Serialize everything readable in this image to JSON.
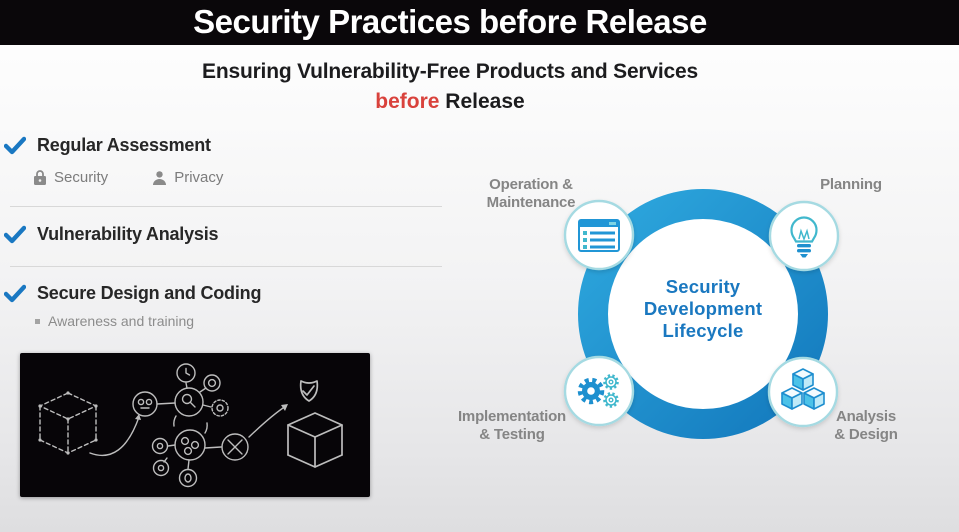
{
  "banner": {
    "title": "Security Practices before Release"
  },
  "subtitle": {
    "line1": "Ensuring Vulnerability-Free Products and Services",
    "line2_highlight": "before",
    "line2_rest": " Release",
    "highlight_color": "#d9423c"
  },
  "checklist": {
    "check_color": "#1a78c2",
    "items": [
      {
        "label": "Regular Assessment",
        "tags": [
          {
            "icon": "lock-icon",
            "label": "Security"
          },
          {
            "icon": "person-icon",
            "label": "Privacy"
          }
        ]
      },
      {
        "label": "Vulnerability Analysis"
      },
      {
        "label": "Secure Design and Coding",
        "note": "Awareness and training"
      }
    ]
  },
  "diagram": {
    "center_label": "Security\nDevelopment\nLifecycle",
    "ring_color": "#1f92d1",
    "nodes": [
      {
        "id": "operation-maintenance",
        "label": "Operation &\nMaintenance",
        "icon": "checklist-window-icon"
      },
      {
        "id": "planning",
        "label": "Planning",
        "icon": "lightbulb-icon"
      },
      {
        "id": "implementation-testing",
        "label": "Implementation\n& Testing",
        "icon": "gears-icon"
      },
      {
        "id": "analysis-design",
        "label": "Analysis\n& Design",
        "icon": "cubes-icon"
      }
    ]
  },
  "illustration": {
    "icons": [
      "wireframe-cube-icon",
      "analysis-cluster-icon",
      "shield-package-icon"
    ]
  }
}
